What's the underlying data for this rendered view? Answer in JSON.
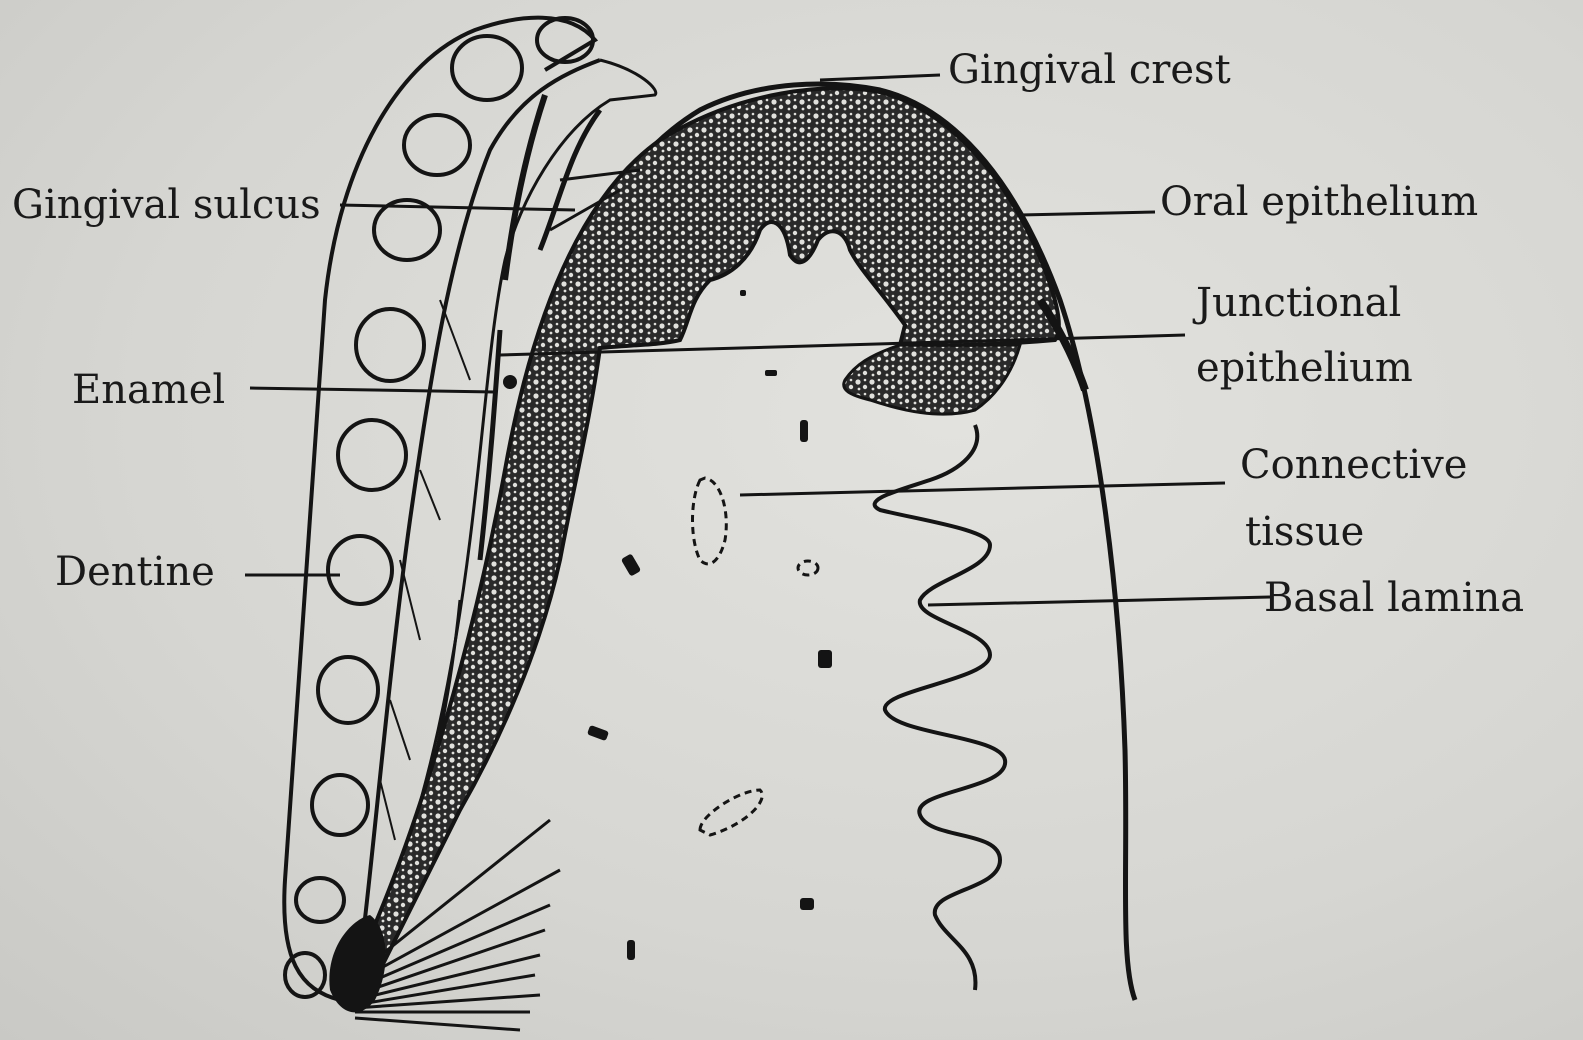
{
  "labels": {
    "gingival_crest": "Gingival crest",
    "gingival_sulcus": "Gingival sulcus",
    "oral_epithelium": "Oral epithelium",
    "junctional_epithelium_line1": "Junctional",
    "junctional_epithelium_line2": "epithelium",
    "enamel": "Enamel",
    "connective_tissue_line1": "Connective",
    "connective_tissue_line2": "tissue",
    "dentine": "Dentine",
    "basal_lamina": "Basal lamina"
  },
  "colors": {
    "ink": "#141414",
    "paper": "#d9d9d5",
    "stipple": "#1c1c1c"
  }
}
